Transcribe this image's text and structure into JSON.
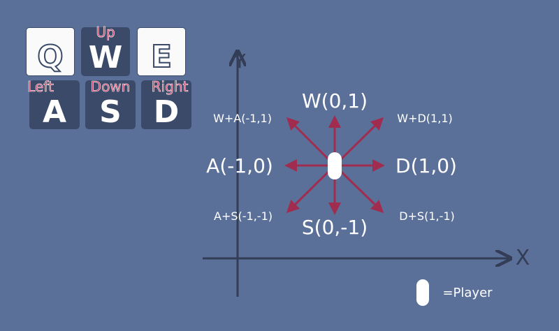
{
  "keys": {
    "q": "Q",
    "w": "W",
    "e": "E",
    "a": "A",
    "s": "S",
    "d": "D"
  },
  "key_labels": {
    "up": "Up",
    "left": "Left",
    "down": "Down",
    "right": "Right"
  },
  "axes": {
    "x": "X",
    "y": "Y"
  },
  "directions": {
    "up": "W(0,1)",
    "down": "S(0,-1)",
    "left": "A(-1,0)",
    "right": "D(1,0)",
    "up_left": "W+A(-1,1)",
    "up_right": "W+D(1,1)",
    "down_left": "A+S(-1,-1)",
    "down_right": "D+S(1,-1)"
  },
  "legend": {
    "player": "=Player"
  },
  "colors": {
    "background": "#5b7099",
    "key_dark": "#3a4a68",
    "arrow": "#a02c50",
    "label": "#c8385f"
  }
}
